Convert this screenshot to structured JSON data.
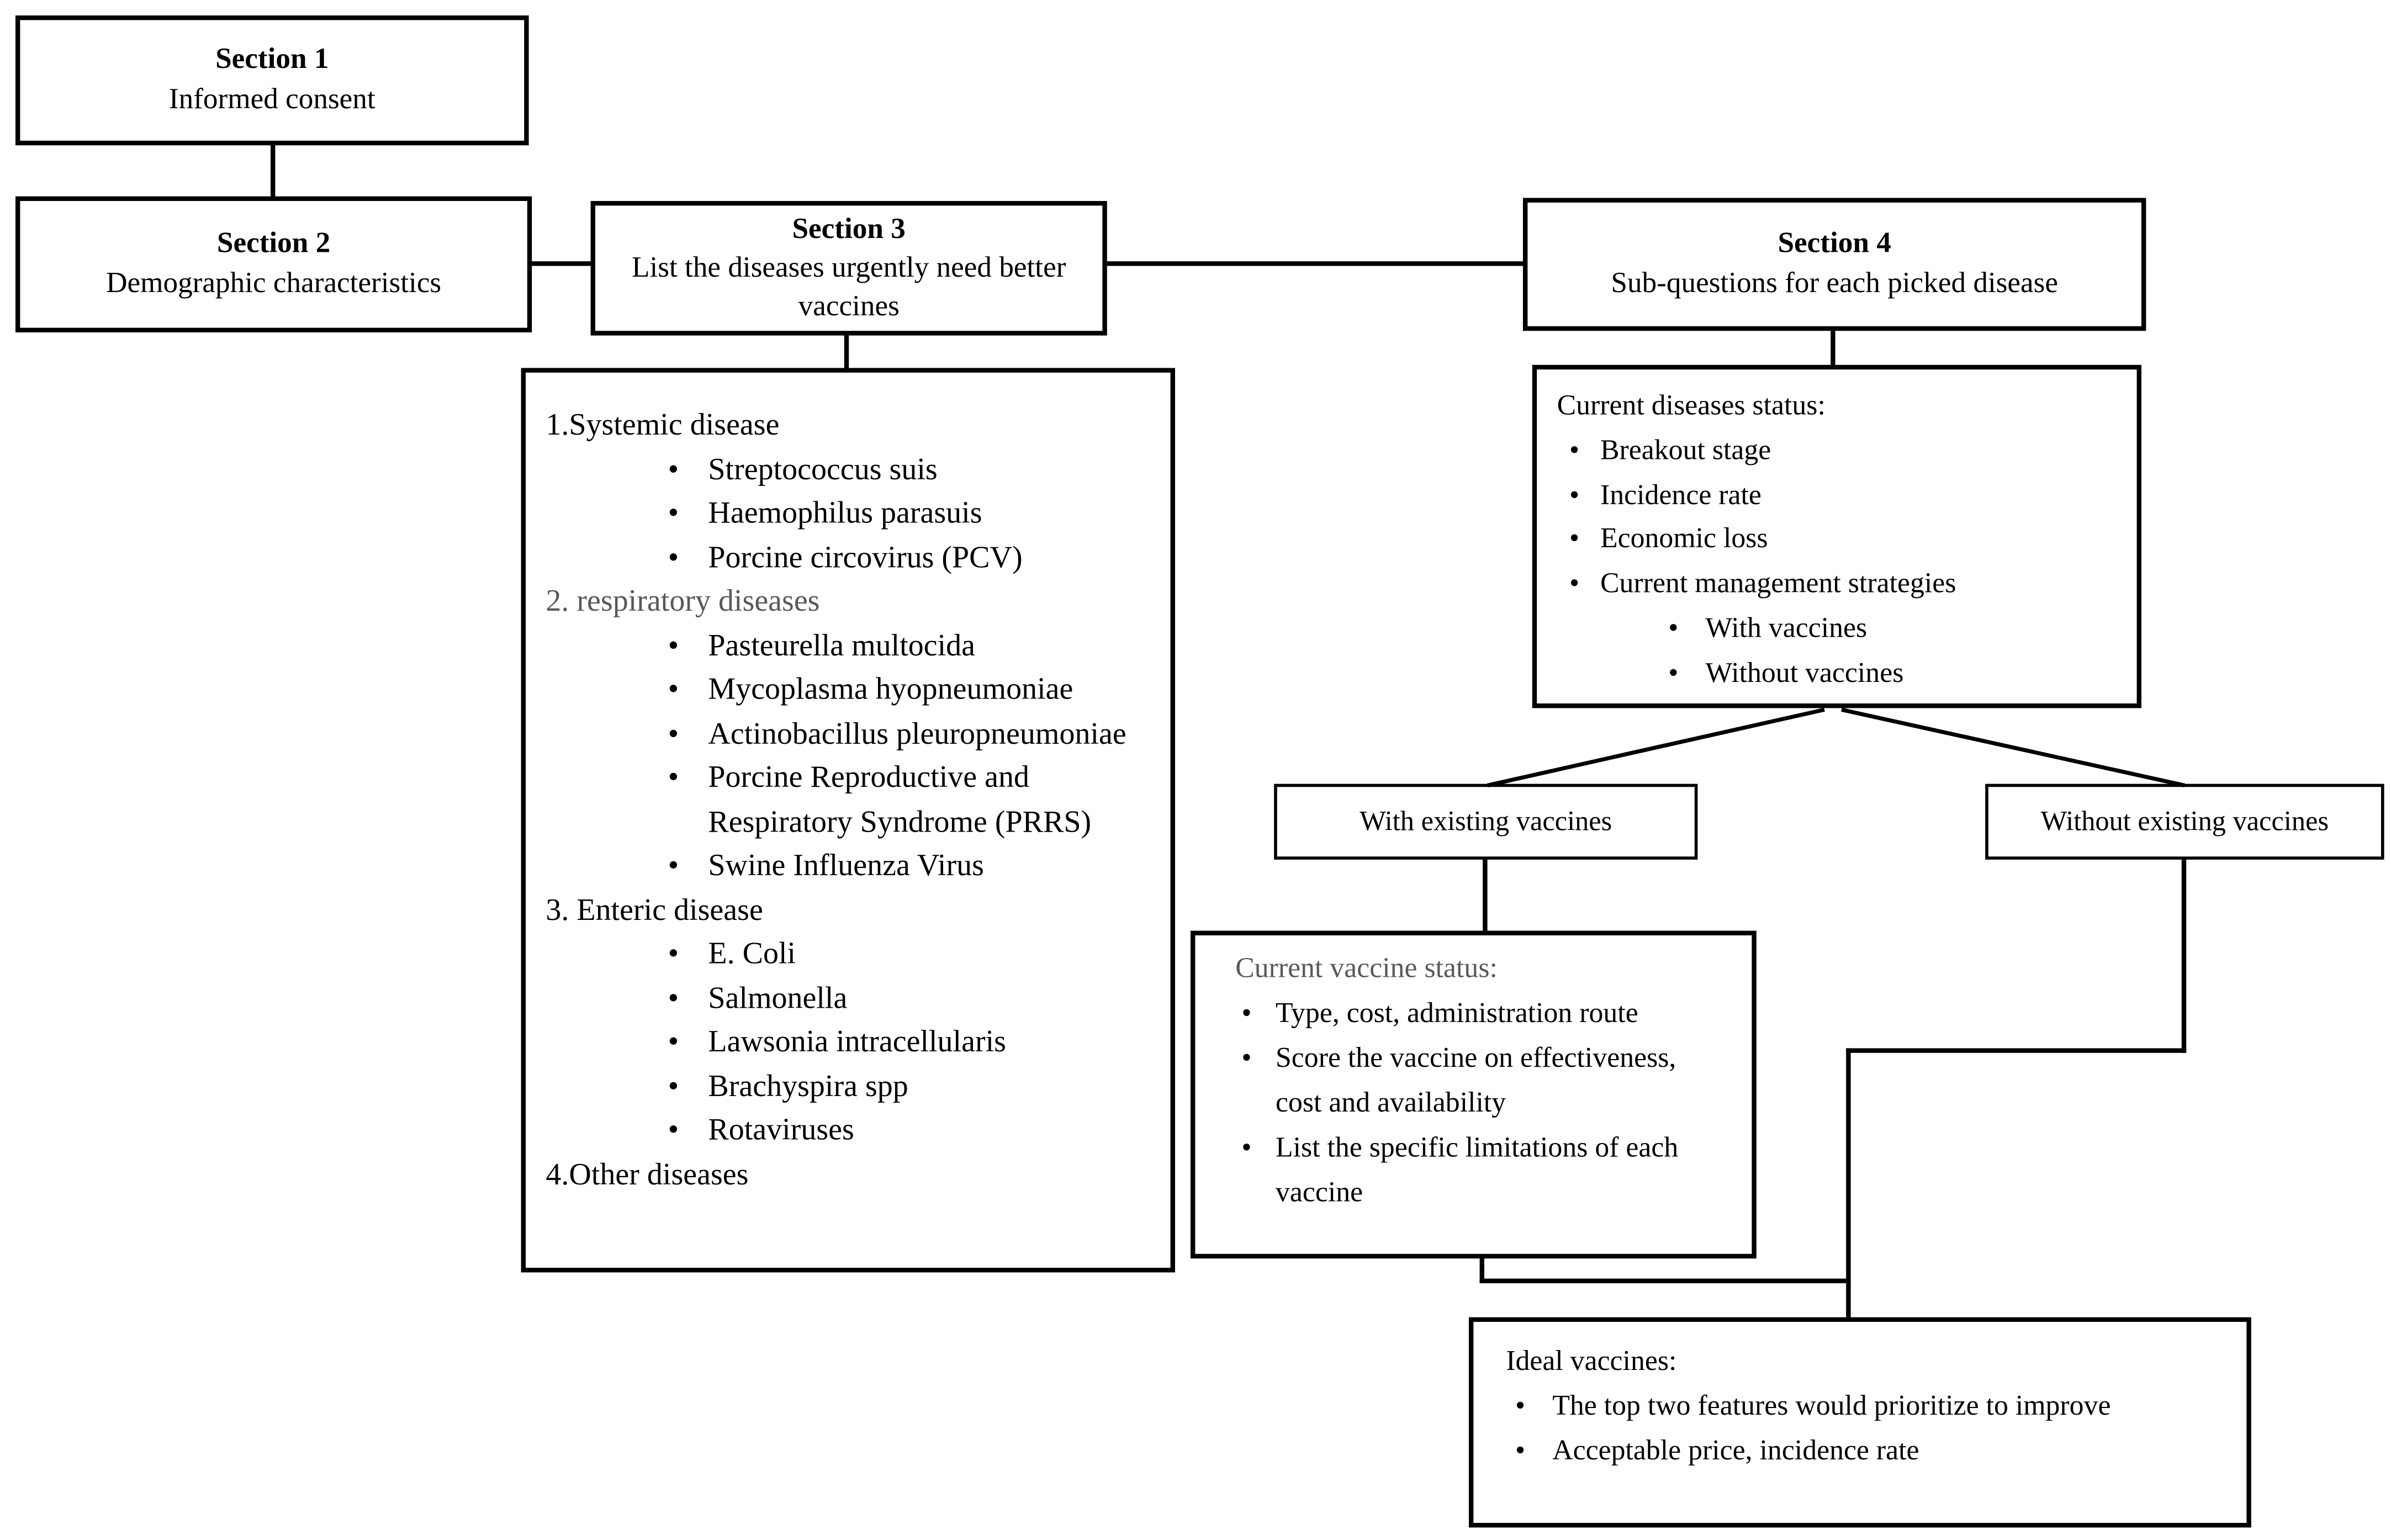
{
  "colors": {
    "text": "#000000",
    "muted": "#595959",
    "border": "#000000",
    "background": "#ffffff"
  },
  "sections": {
    "s1": {
      "title": "Section 1",
      "subtitle": "Informed consent"
    },
    "s2": {
      "title": "Section 2",
      "subtitle": "Demographic characteristics"
    },
    "s3": {
      "title": "Section 3",
      "subtitle": "List the diseases urgently need better vaccines"
    },
    "s4": {
      "title": "Section 4",
      "subtitle": "Sub-questions for each picked disease"
    }
  },
  "disease_list": {
    "groups": [
      {
        "label": "1.Systemic disease",
        "muted": false,
        "items": [
          "Streptococcus suis",
          "Haemophilus parasuis",
          "Porcine circovirus (PCV)"
        ]
      },
      {
        "label": "2. respiratory diseases",
        "muted": true,
        "items": [
          "Pasteurella multocida",
          "Mycoplasma hyopneumoniae",
          "Actinobacillus pleuropneumoniae",
          "Porcine Reproductive and Respiratory Syndrome (PRRS)",
          "Swine Influenza Virus"
        ]
      },
      {
        "label": "3. Enteric disease",
        "muted": false,
        "items": [
          "E. Coli",
          "Salmonella",
          "Lawsonia intracellularis",
          "Brachyspira spp",
          "Rotaviruses"
        ]
      },
      {
        "label": "4.Other diseases",
        "muted": false,
        "items": []
      }
    ]
  },
  "current_disease_status": {
    "heading": "Current diseases status:",
    "bullets": [
      "Breakout stage",
      "Incidence rate",
      "Economic loss",
      "Current management strategies"
    ],
    "sub_bullets": [
      "With vaccines",
      "Without vaccines"
    ]
  },
  "branches": {
    "with_label": "With existing vaccines",
    "without_label": "Without existing vaccines"
  },
  "current_vaccine_status": {
    "heading": "Current vaccine status:",
    "bullets": [
      "Type, cost, administration route",
      "Score the vaccine on effectiveness, cost and availability",
      "List the specific limitations of each vaccine"
    ]
  },
  "ideal_vaccines": {
    "heading": "Ideal vaccines:",
    "bullets": [
      "The top two features would prioritize to improve",
      "Acceptable price, incidence rate"
    ]
  }
}
